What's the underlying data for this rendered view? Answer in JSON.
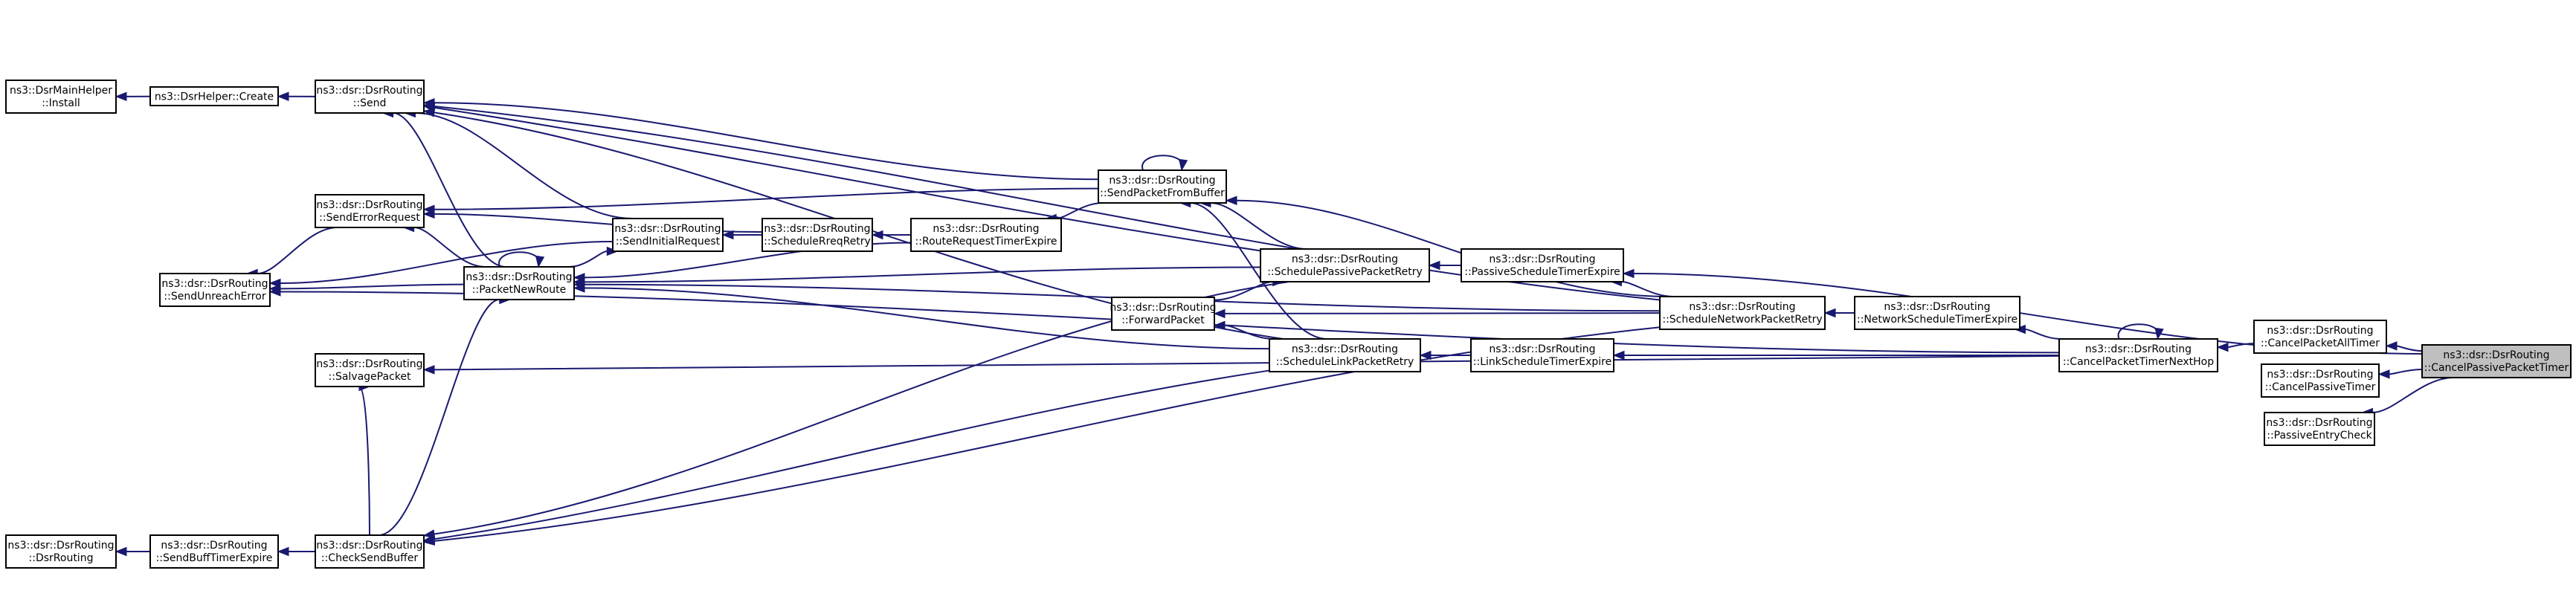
{
  "colors": {
    "edge": "#191970",
    "node_border": "#000000",
    "node_fill": "#ffffff",
    "highlight_fill": "#bfbfbf",
    "background": "#ffffff"
  },
  "nodes": [
    {
      "id": "install",
      "line1": "ns3::DsrMainHelper",
      "line2": "::Install",
      "highlight": false
    },
    {
      "id": "create",
      "line1": "ns3::DsrHelper::Create",
      "line2": "",
      "highlight": false
    },
    {
      "id": "send",
      "line1": "ns3::dsr::DsrRouting",
      "line2": "::Send",
      "highlight": false
    },
    {
      "id": "senderrorrequest",
      "line1": "ns3::dsr::DsrRouting",
      "line2": "::SendErrorRequest",
      "highlight": false
    },
    {
      "id": "sendunreacherror",
      "line1": "ns3::dsr::DsrRouting",
      "line2": "::SendUnreachError",
      "highlight": false
    },
    {
      "id": "sendinitialrequest",
      "line1": "ns3::dsr::DsrRouting",
      "line2": "::SendInitialRequest",
      "highlight": false
    },
    {
      "id": "schedulerreqretry",
      "line1": "ns3::dsr::DsrRouting",
      "line2": "::ScheduleRreqRetry",
      "highlight": false
    },
    {
      "id": "routerequesttimerexpire",
      "line1": "ns3::dsr::DsrRouting",
      "line2": "::RouteRequestTimerExpire",
      "highlight": false
    },
    {
      "id": "sendpacketfrombuffer",
      "line1": "ns3::dsr::DsrRouting",
      "line2": "::SendPacketFromBuffer",
      "highlight": false
    },
    {
      "id": "packetnewroute",
      "line1": "ns3::dsr::DsrRouting",
      "line2": "::PacketNewRoute",
      "highlight": false
    },
    {
      "id": "salvagepacket",
      "line1": "ns3::dsr::DsrRouting",
      "line2": "::SalvagePacket",
      "highlight": false
    },
    {
      "id": "forwardpacket",
      "line1": "ns3::dsr::DsrRouting",
      "line2": "::ForwardPacket",
      "highlight": false
    },
    {
      "id": "schedulepassivepacketretry",
      "line1": "ns3::dsr::DsrRouting",
      "line2": "::SchedulePassivePacketRetry",
      "highlight": false
    },
    {
      "id": "schedulelinkpacketretry",
      "line1": "ns3::dsr::DsrRouting",
      "line2": "::ScheduleLinkPacketRetry",
      "highlight": false
    },
    {
      "id": "passivescheduletimerexpire",
      "line1": "ns3::dsr::DsrRouting",
      "line2": "::PassiveScheduleTimerExpire",
      "highlight": false
    },
    {
      "id": "linkscheduletimerexpire",
      "line1": "ns3::dsr::DsrRouting",
      "line2": "::LinkScheduleTimerExpire",
      "highlight": false
    },
    {
      "id": "schedulenetworkpacketretry",
      "line1": "ns3::dsr::DsrRouting",
      "line2": "::ScheduleNetworkPacketRetry",
      "highlight": false
    },
    {
      "id": "networkscheduletimerexpire",
      "line1": "ns3::dsr::DsrRouting",
      "line2": "::NetworkScheduleTimerExpire",
      "highlight": false
    },
    {
      "id": "cancelpackettimernexthop",
      "line1": "ns3::dsr::DsrRouting",
      "line2": "::CancelPacketTimerNextHop",
      "highlight": false
    },
    {
      "id": "cancelpacketalltimer",
      "line1": "ns3::dsr::DsrRouting",
      "line2": "::CancelPacketAllTimer",
      "highlight": false
    },
    {
      "id": "cancelpassivetimer",
      "line1": "ns3::dsr::DsrRouting",
      "line2": "::CancelPassiveTimer",
      "highlight": false
    },
    {
      "id": "passiveentrycheck",
      "line1": "ns3::dsr::DsrRouting",
      "line2": "::PassiveEntryCheck",
      "highlight": false
    },
    {
      "id": "cancelpassivepackettimer",
      "line1": "ns3::dsr::DsrRouting",
      "line2": "::CancelPassivePacketTimer",
      "highlight": true
    },
    {
      "id": "dsrrouting",
      "line1": "ns3::dsr::DsrRouting",
      "line2": "::DsrRouting",
      "highlight": false
    },
    {
      "id": "sendbufftimerexpire",
      "line1": "ns3::dsr::DsrRouting",
      "line2": "::SendBuffTimerExpire",
      "highlight": false
    },
    {
      "id": "checksendbuffer",
      "line1": "ns3::dsr::DsrRouting",
      "line2": "::CheckSendBuffer",
      "highlight": false
    }
  ],
  "edges": [
    {
      "from": "create",
      "to": "install"
    },
    {
      "from": "send",
      "to": "create"
    },
    {
      "from": "senderrorrequest",
      "to": "sendunreacherror"
    },
    {
      "from": "sendinitialrequest",
      "to": "send"
    },
    {
      "from": "sendinitialrequest",
      "to": "sendunreacherror"
    },
    {
      "from": "schedulerreqretry",
      "to": "sendinitialrequest"
    },
    {
      "from": "schedulerreqretry",
      "to": "senderrorrequest"
    },
    {
      "from": "routerequesttimerexpire",
      "to": "schedulerreqretry"
    },
    {
      "from": "routerequesttimerexpire",
      "to": "packetnewroute"
    },
    {
      "from": "sendpacketfrombuffer",
      "to": "send"
    },
    {
      "from": "sendpacketfrombuffer",
      "to": "senderrorrequest"
    },
    {
      "from": "sendpacketfrombuffer",
      "to": "routerequesttimerexpire"
    },
    {
      "from": "sendpacketfrombuffer",
      "to": "sendpacketfrombuffer"
    },
    {
      "from": "packetnewroute",
      "to": "send"
    },
    {
      "from": "packetnewroute",
      "to": "senderrorrequest"
    },
    {
      "from": "packetnewroute",
      "to": "sendunreacherror"
    },
    {
      "from": "packetnewroute",
      "to": "sendinitialrequest"
    },
    {
      "from": "packetnewroute",
      "to": "packetnewroute"
    },
    {
      "from": "checksendbuffer",
      "to": "packetnewroute"
    },
    {
      "from": "checksendbuffer",
      "to": "salvagepacket"
    },
    {
      "from": "checksendbuffer",
      "to": "sendbufftimerexpire"
    },
    {
      "from": "sendbufftimerexpire",
      "to": "dsrrouting"
    },
    {
      "from": "schedulepassivepacketretry",
      "to": "sendpacketfrombuffer"
    },
    {
      "from": "schedulepassivepacketretry",
      "to": "packetnewroute"
    },
    {
      "from": "schedulepassivepacketretry",
      "to": "send"
    },
    {
      "from": "schedulepassivepacketretry",
      "to": "checksendbuffer"
    },
    {
      "from": "forwardpacket",
      "to": "schedulepassivepacketretry"
    },
    {
      "from": "schedulelinkpacketretry",
      "to": "sendpacketfrombuffer"
    },
    {
      "from": "schedulelinkpacketretry",
      "to": "packetnewroute"
    },
    {
      "from": "schedulelinkpacketretry",
      "to": "forwardpacket"
    },
    {
      "from": "schedulelinkpacketretry",
      "to": "send"
    },
    {
      "from": "schedulelinkpacketretry",
      "to": "checksendbuffer"
    },
    {
      "from": "passivescheduletimerexpire",
      "to": "schedulepassivepacketretry"
    },
    {
      "from": "linkscheduletimerexpire",
      "to": "schedulelinkpacketretry"
    },
    {
      "from": "schedulenetworkpacketretry",
      "to": "sendpacketfrombuffer"
    },
    {
      "from": "schedulenetworkpacketretry",
      "to": "send"
    },
    {
      "from": "schedulenetworkpacketretry",
      "to": "forwardpacket"
    },
    {
      "from": "schedulenetworkpacketretry",
      "to": "passivescheduletimerexpire"
    },
    {
      "from": "schedulenetworkpacketretry",
      "to": "packetnewroute"
    },
    {
      "from": "schedulenetworkpacketretry",
      "to": "checksendbuffer"
    },
    {
      "from": "networkscheduletimerexpire",
      "to": "schedulenetworkpacketretry"
    },
    {
      "from": "cancelpackettimernexthop",
      "to": "networkscheduletimerexpire"
    },
    {
      "from": "cancelpackettimernexthop",
      "to": "linkscheduletimerexpire"
    },
    {
      "from": "cancelpackettimernexthop",
      "to": "sendunreacherror"
    },
    {
      "from": "cancelpackettimernexthop",
      "to": "salvagepacket"
    },
    {
      "from": "cancelpackettimernexthop",
      "to": "cancelpackettimernexthop"
    },
    {
      "from": "cancelpacketalltimer",
      "to": "cancelpackettimernexthop"
    },
    {
      "from": "cancelpassivepackettimer",
      "to": "cancelpacketalltimer"
    },
    {
      "from": "cancelpassivepackettimer",
      "to": "cancelpassivetimer"
    },
    {
      "from": "cancelpassivepackettimer",
      "to": "passiveentrycheck"
    },
    {
      "from": "cancelpassivepackettimer",
      "to": "passivescheduletimerexpire"
    }
  ]
}
